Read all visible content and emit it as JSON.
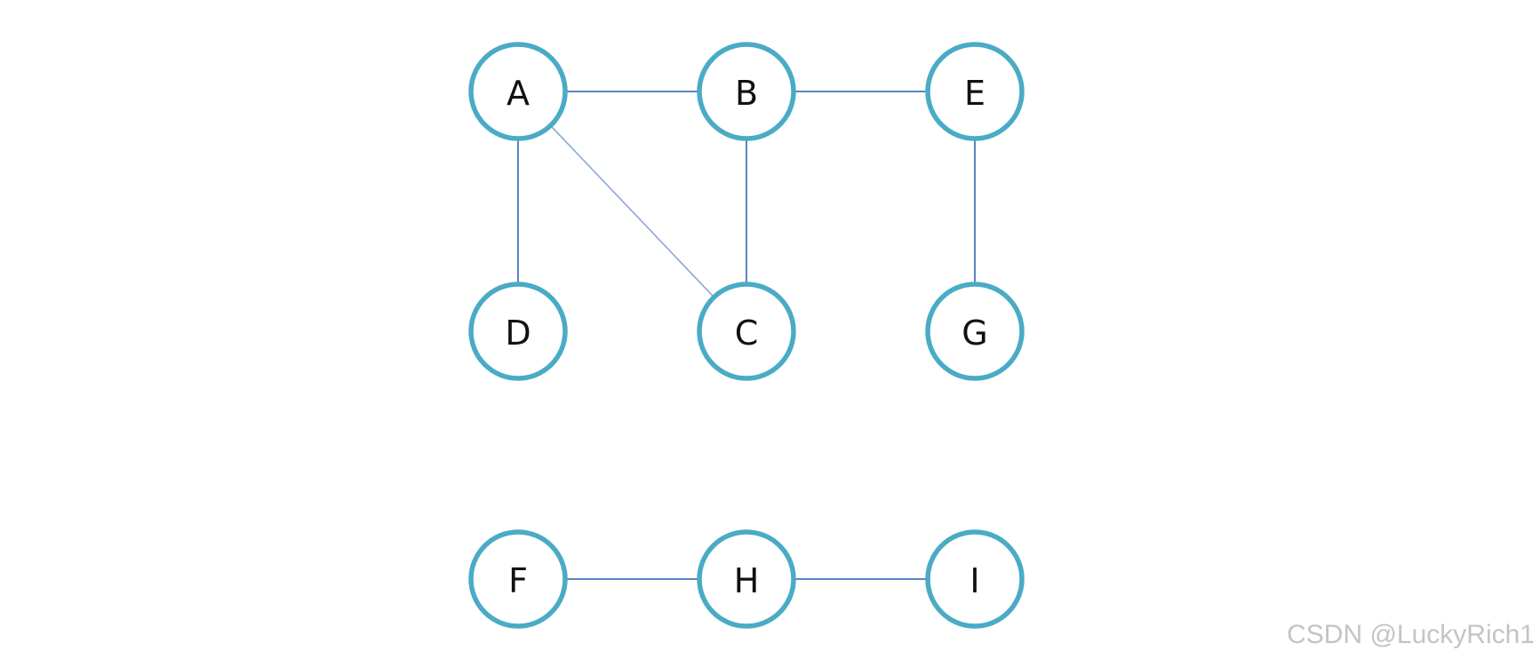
{
  "graph": {
    "nodes": [
      {
        "id": "A",
        "label": "A"
      },
      {
        "id": "B",
        "label": "B"
      },
      {
        "id": "E",
        "label": "E"
      },
      {
        "id": "D",
        "label": "D"
      },
      {
        "id": "C",
        "label": "C"
      },
      {
        "id": "G",
        "label": "G"
      },
      {
        "id": "F",
        "label": "F"
      },
      {
        "id": "H",
        "label": "H"
      },
      {
        "id": "I",
        "label": "I"
      }
    ],
    "edges": [
      {
        "from": "A",
        "to": "B"
      },
      {
        "from": "B",
        "to": "E"
      },
      {
        "from": "A",
        "to": "D"
      },
      {
        "from": "A",
        "to": "C"
      },
      {
        "from": "B",
        "to": "C"
      },
      {
        "from": "E",
        "to": "G"
      },
      {
        "from": "F",
        "to": "H"
      },
      {
        "from": "H",
        "to": "I"
      }
    ],
    "colors": {
      "node_stroke": "#4aabc6",
      "edge_stroke": "#5b84c4",
      "label": "#111111"
    }
  },
  "watermark": "CSDN @LuckyRich1"
}
